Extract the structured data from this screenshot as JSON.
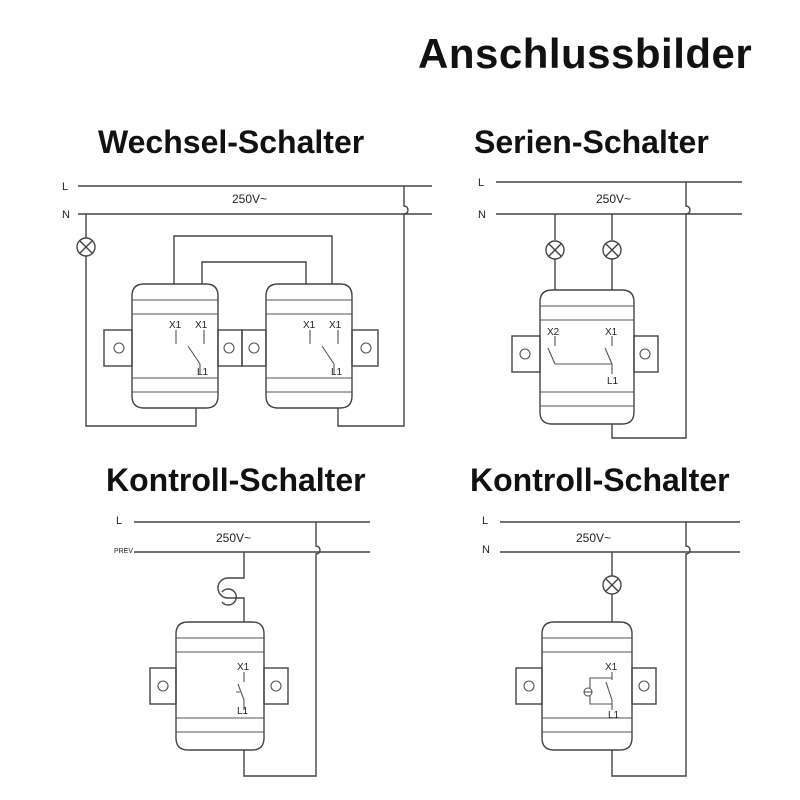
{
  "page_title": "Anschlussbilder",
  "panels": [
    {
      "title": "Wechsel-Schalter",
      "line_labels": [
        "L",
        "N"
      ],
      "voltage": "250V~",
      "switch_terminals": [
        {
          "left": "X1",
          "right": "X1",
          "bottom": "L1"
        },
        {
          "left": "X1",
          "right": "X1",
          "bottom": "L1"
        }
      ],
      "lamp_count": 1
    },
    {
      "title": "Serien-Schalter",
      "line_labels": [
        "L",
        "N"
      ],
      "voltage": "250V~",
      "switch_terminals": [
        {
          "left": "X2",
          "right": "X1",
          "bottom": "L1"
        }
      ],
      "lamp_count": 2
    },
    {
      "title": "Kontroll-Schalter",
      "line_labels": [
        "L",
        "PREV"
      ],
      "voltage": "250V~",
      "switch_terminals": [
        {
          "top": "X1",
          "bottom": "L1"
        }
      ],
      "lamp_count": 0
    },
    {
      "title": "Kontroll-Schalter",
      "line_labels": [
        "L",
        "N"
      ],
      "voltage": "250V~",
      "switch_terminals": [
        {
          "top": "X1",
          "bottom": "L1"
        }
      ],
      "lamp_count": 1
    }
  ]
}
